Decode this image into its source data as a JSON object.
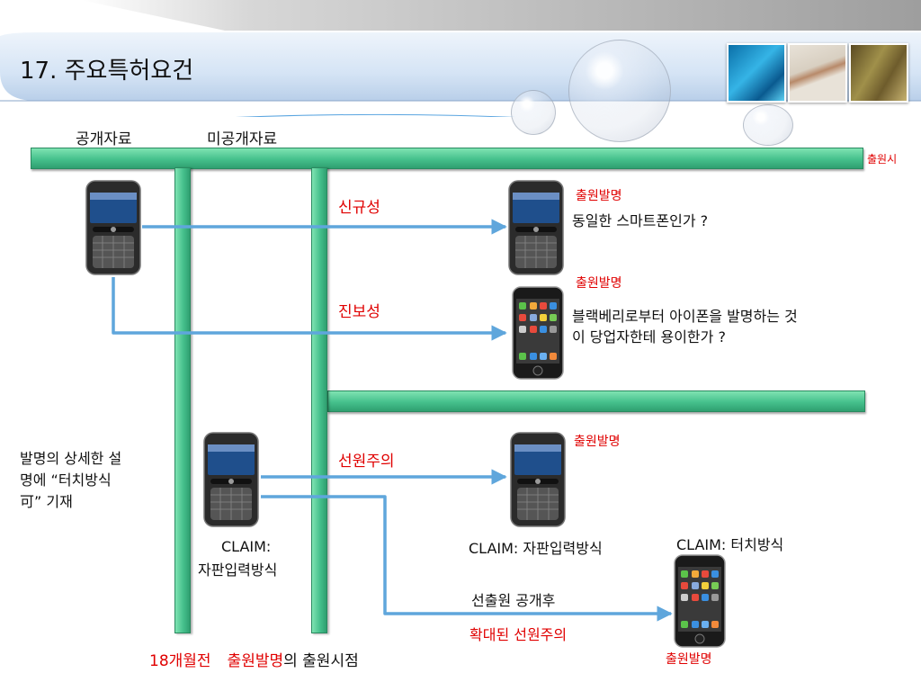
{
  "slide": {
    "title": "17. 주요특허요건",
    "label_public": "공개자료",
    "label_unpublished": "미공개자료",
    "label_filing_time": "출원시",
    "row1": {
      "left_label": "신규성",
      "tag": "출원발명",
      "question": "동일한 스마트폰인가 ?"
    },
    "row2": {
      "left_label": "진보성",
      "tag": "출원발명",
      "question_line1": "블랙베리로부터 아이폰을 발명하는 것",
      "question_line2": "이 당업자한테 용이한가 ?"
    },
    "row3": {
      "desc_line1": "발명의 상세한 설",
      "desc_line2": "명에 “터치방식",
      "desc_line3": "可” 기재",
      "claim_left_line1": "CLAIM:",
      "claim_left_line2": "자판입력방식",
      "middle_label": "선원주의",
      "tag": "출원발명",
      "claim_right": "CLAIM: 자판입력방식",
      "claim_far_right": "CLAIM: 터치방식",
      "after_publication": "선출원 공개후",
      "expanded": "확대된 선원주의",
      "tag_bottom": "출원발명"
    },
    "footer": {
      "months_before": "18개월전",
      "invention": "출원발명",
      "suffix": "의 출원시점"
    }
  },
  "colors": {
    "accent_red": "#e00000",
    "bar_green": "#45c08c",
    "arrow_blue": "#5fa6dc",
    "header_blue": "#cfe0f4"
  }
}
